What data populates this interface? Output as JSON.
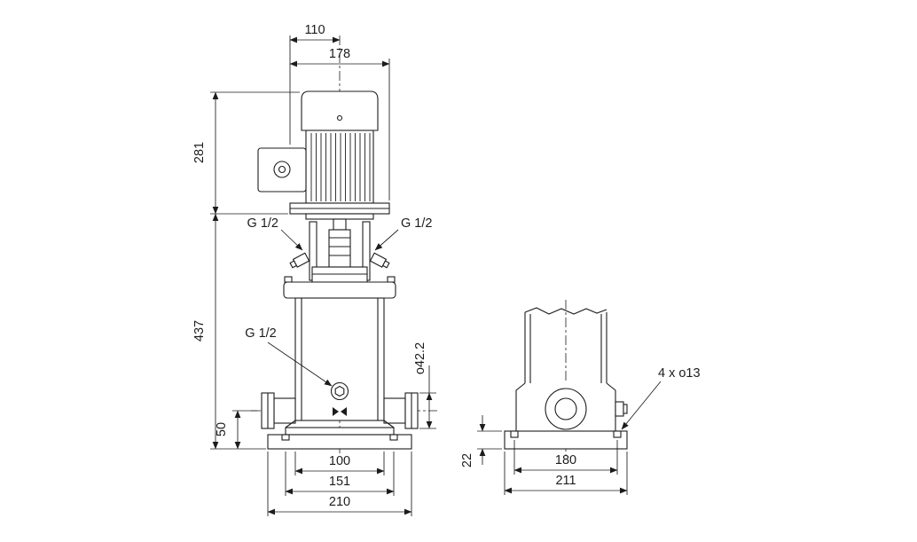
{
  "drawing": {
    "background": "#ffffff",
    "line_color": "#1c1c1c",
    "front_view": {
      "dims": {
        "d110": "110",
        "d178": "178",
        "d281": "281",
        "d437": "437",
        "d50": "50",
        "d42": "o42.2",
        "d100": "100",
        "d151": "151",
        "d210": "210"
      },
      "threads": {
        "vent_left": "G 1/2",
        "vent_right": "G 1/2",
        "drain": "G 1/2"
      }
    },
    "side_view": {
      "dims": {
        "d22": "22",
        "d180": "180",
        "d211": "211"
      },
      "note_bolt_holes": "4 x o13"
    }
  }
}
